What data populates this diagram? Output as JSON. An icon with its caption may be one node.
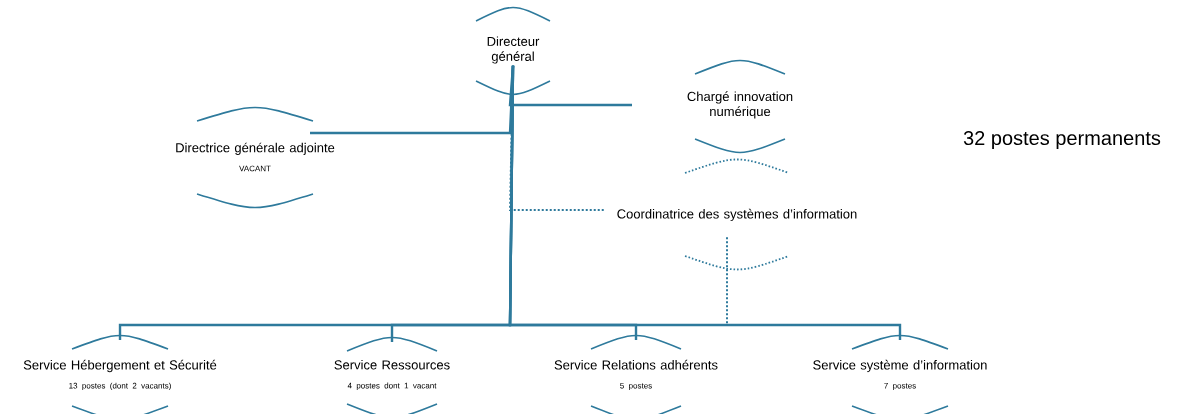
{
  "diagram": {
    "nodes": [
      {
        "text": [
          "Directeur général"
        ]
      },
      {
        "text": [
          "Directrice générale adjointe",
          "VACANT"
        ]
      },
      {
        "text": [
          "Chargé innovation numérique"
        ]
      },
      {
        "text": [
          "Coordinatrice des systèmes d’information"
        ]
      },
      {
        "text": [
          "Service Hébergement et Sécurité",
          "13 postes (dont 2 vacants)"
        ]
      },
      {
        "text": [
          "Service Ressources",
          "4 postes dont 1 vacant"
        ]
      },
      {
        "text": [
          "Service Relations adhérents",
          "5 postes"
        ]
      },
      {
        "text": [
          "Service système d’information",
          "7 postes"
        ]
      }
    ],
    "edges": [
      {
        "from": 0,
        "to": 1,
        "arrow": "none"
      },
      {
        "from": 0,
        "to": 2,
        "arrow": "none"
      },
      {
        "from": 0,
        "to": 3,
        "arrow": "none",
        "style": "dashed"
      },
      {
        "from": 0,
        "to": 4,
        "arrow": "none"
      },
      {
        "from": 0,
        "to": 5,
        "arrow": "none"
      },
      {
        "from": 0,
        "to": 6,
        "arrow": "none"
      },
      {
        "from": 0,
        "to": 7,
        "arrow": "none"
      },
      {
        "from": 3,
        "to": 7,
        "arrow": "none",
        "style": "dashed"
      }
    ],
    "labels": [
      "32 postes permanents"
    ]
  }
}
